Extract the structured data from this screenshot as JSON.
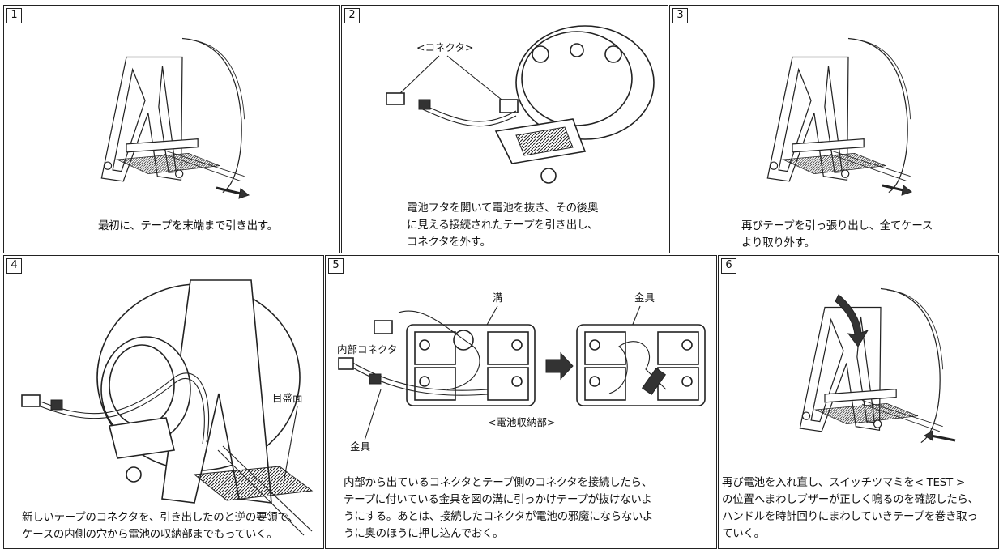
{
  "steps": [
    {
      "number": "1",
      "caption": "最初に、テープを末端まで引き出す。"
    },
    {
      "number": "2",
      "caption": "電池フタを開いて電池を抜き、その後奥\nに見える接続されたテープを引き出し、\nコネクタを外す。",
      "labels": {
        "connector": "<コネクタ>"
      }
    },
    {
      "number": "3",
      "caption": "再びテープを引っ張り出し、全てケース\nより取り外す。"
    },
    {
      "number": "4",
      "caption": "新しいテープのコネクタを、引き出したのと逆の要領で、\nケースの内側の穴から電池の収納部までもっていく。",
      "labels": {
        "scale_face": "目盛面"
      }
    },
    {
      "number": "5",
      "caption": "内部から出ているコネクタとテープ側のコネクタを接続したら、\nテープに付いている金具を図の溝に引っかけテープが抜けないよ\nうにする。あとは、接続したコネクタが電池の邪魔にならないよ\nうに奥のほうに押し込んでおく。",
      "labels": {
        "groove": "溝",
        "metal_fitting_top": "金具",
        "internal_connector": "内部コネクタ",
        "metal_fitting_bottom": "金具",
        "battery_compartment": "<電池収納部>"
      }
    },
    {
      "number": "6",
      "caption": "再び電池を入れ直し、スイッチツマミを< TEST >\nの位置へまわしブザーが正しく鳴るのを確認したら、\nハンドルを時計回りにまわしていきテープを巻き取っ\nていく。"
    }
  ]
}
